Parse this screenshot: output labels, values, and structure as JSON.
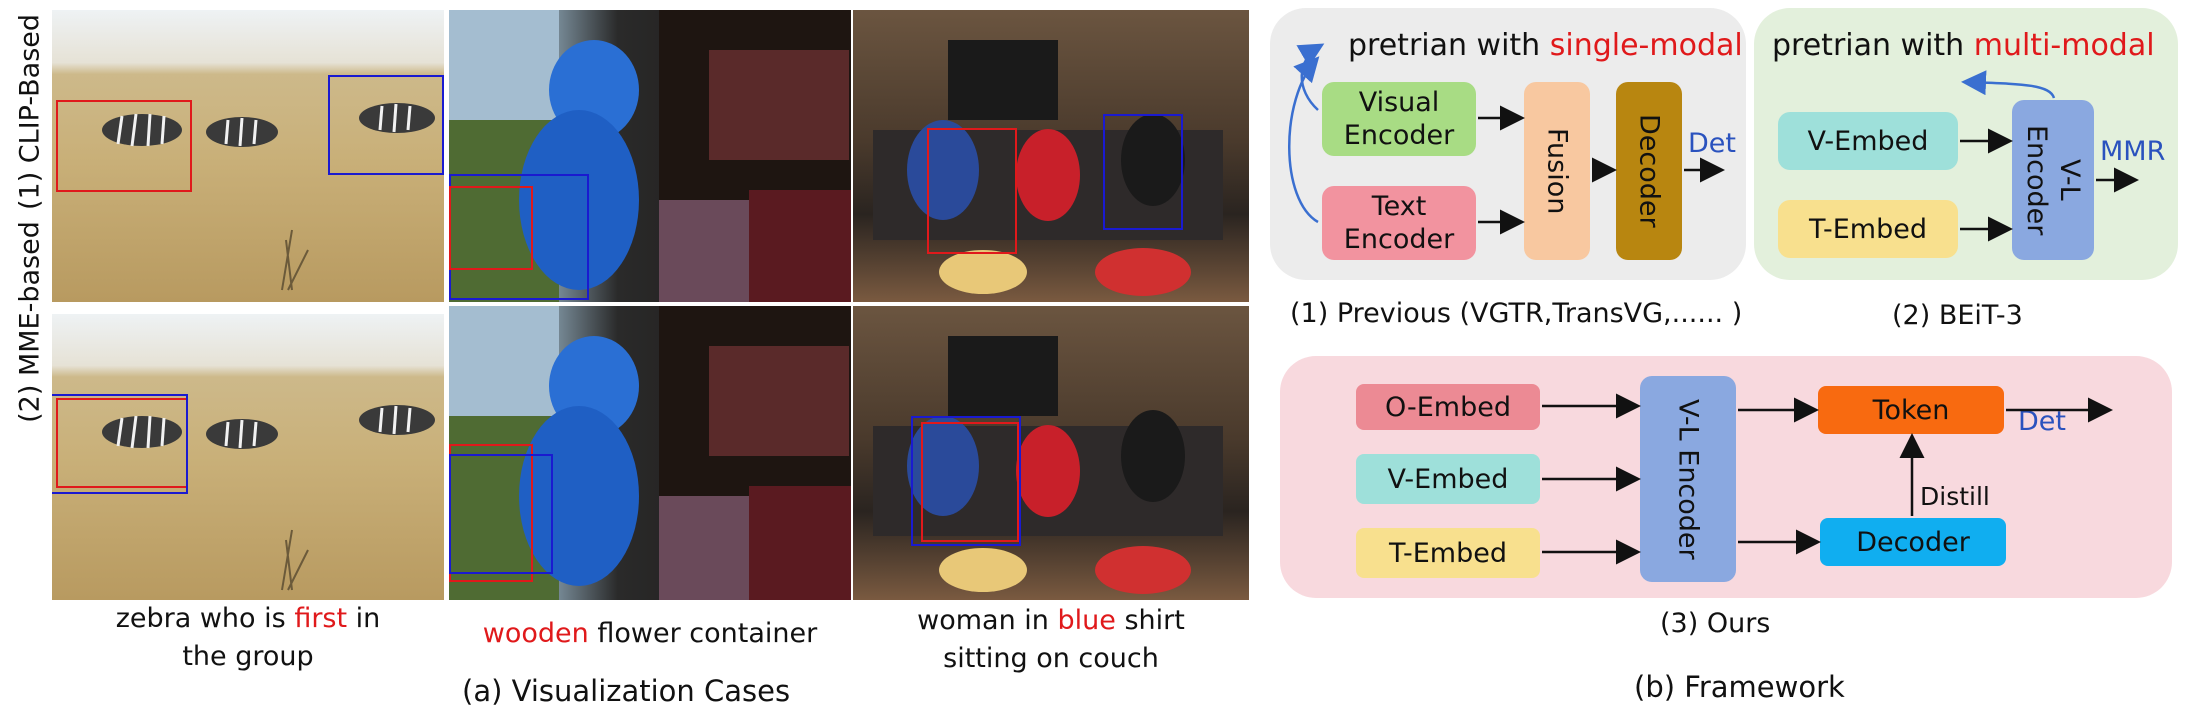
{
  "figure": {
    "panel_a": {
      "row_labels": [
        "(1) CLIP-Based",
        "(2) MME-based"
      ],
      "cases": [
        {
          "pre": "zebra who is ",
          "hl": "first",
          "post": " in",
          "line2": "the group"
        },
        {
          "pre": "",
          "hl": "wooden",
          "post": " flower container",
          "line2": ""
        },
        {
          "pre": "woman in ",
          "hl": "blue",
          "post": " shirt",
          "line2": "sitting on couch"
        }
      ],
      "caption": "(a) Visualization Cases"
    },
    "panel_b": {
      "caption": "(b) Framework",
      "previous": {
        "title_pre": "pretrian with ",
        "title_hl": "single-modal",
        "visual_encoder": "Visual Encoder",
        "text_encoder": "Text Encoder",
        "fusion": "Fusion",
        "decoder": "Decoder",
        "out": "Det",
        "caption": "(1) Previous (VGTR,TransVG,...... )"
      },
      "beit": {
        "title_pre": "pretrian with ",
        "title_hl": "multi-modal",
        "v_embed": "V-Embed",
        "t_embed": "T-Embed",
        "encoder": "V-L Encoder",
        "out": "MMR",
        "caption": "(2) BEiT-3"
      },
      "ours": {
        "o_embed": "O-Embed",
        "v_embed": "V-Embed",
        "t_embed": "T-Embed",
        "encoder": "V-L Encoder",
        "token": "Token",
        "decoder": "Decoder",
        "distill": "Distill",
        "out": "Det",
        "caption": "(3) Ours"
      }
    },
    "colors": {
      "highlight_red": "#e0191b",
      "box_red": "#e0191b",
      "box_blue": "#1a1ad0",
      "panel_gray": "#ececec",
      "panel_green": "#e3f0dc",
      "panel_pink": "#f8d9de"
    }
  }
}
